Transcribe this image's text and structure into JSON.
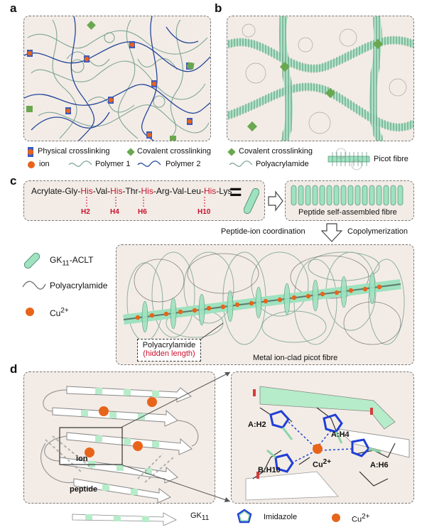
{
  "panels": {
    "a": "a",
    "b": "b",
    "c": "c",
    "d": "d"
  },
  "legend_ab": {
    "physical": "Physical crosslinking",
    "covalent": "Covalent crosslinking",
    "ion": "ion",
    "polymer1": "Polymer 1",
    "polymer2": "Polymer 2",
    "covalent_b": "Covalent crosslinking",
    "polyacrylamide_b": "Polyacrylamide",
    "picot": "Picot fibre"
  },
  "sequence": {
    "s0": "Acrylate-Gly-",
    "his1": "His",
    "s1": "-Val-",
    "his2": "His",
    "s2": "-Thr-",
    "his3": "His",
    "s3": "-Arg-Val-Leu-",
    "his4": "His",
    "s4": "-Lys",
    "h2": "H2",
    "h4": "H4",
    "h6": "H6",
    "h10": "H10",
    "equals": "="
  },
  "fibre_label": "Peptide self-assembled fibre",
  "arrow_left": "Peptide-ion coordination",
  "arrow_right": "Copolymerization",
  "legend_c": {
    "gk_main": "GK",
    "gk_sub": "11",
    "gk_suffix": "-ACLT",
    "polyacrylamide": "Polyacrylamide",
    "cu_main": "Cu",
    "cu_sup": "2+"
  },
  "hidden_box": {
    "line1": "Polyacrylamide",
    "line2": "(hidden length)"
  },
  "clad_label": "Metal ion-clad picot fibre",
  "panel_d": {
    "ion": "ion",
    "peptide": "peptide",
    "gk_main": "GK",
    "gk_sub": "11",
    "a_h2": "A:H2",
    "a_h4": "A:H4",
    "a_h6": "A:H6",
    "b_h10": "B:H10",
    "cu_main": "Cu",
    "cu_sup": "2+",
    "imidazole": "Imidazole",
    "cu_legend_main": "Cu",
    "cu_legend_sup": "2+"
  },
  "colors": {
    "panel_bg": "#f3ece6",
    "polymer1": "#7fa596",
    "polymer2": "#23479a",
    "green_node": "#6aa84f",
    "orange_ion": "#e8641b",
    "his_red": "#c8102e",
    "peptide_green": "#9fe2bf"
  }
}
